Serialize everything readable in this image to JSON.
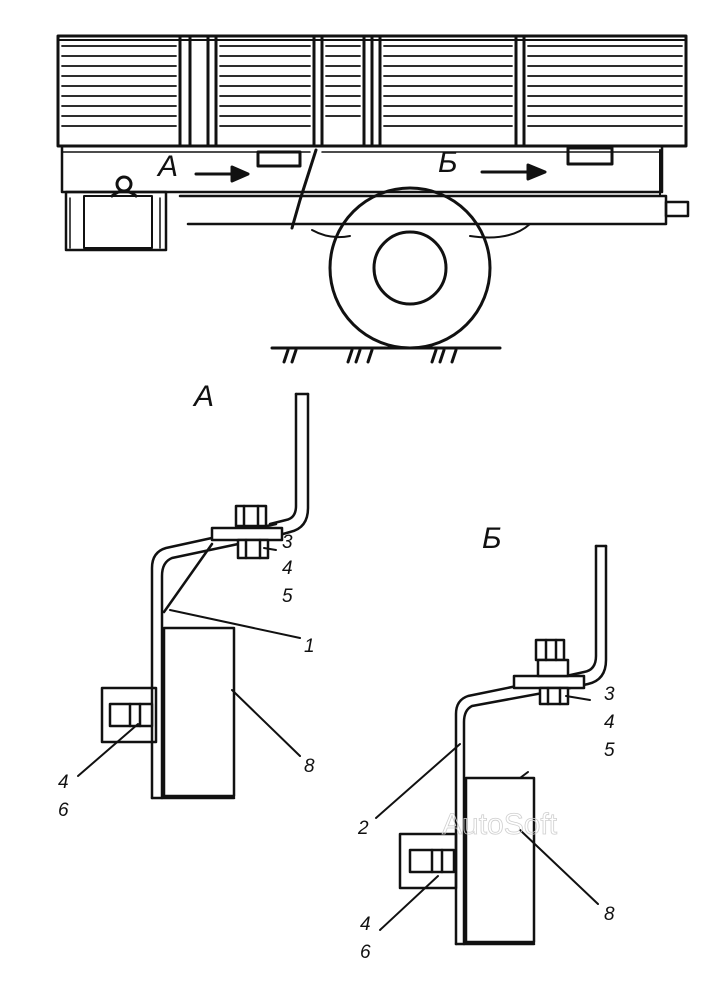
{
  "views": {
    "a": {
      "letter": "А"
    },
    "b": {
      "letter": "Б"
    }
  },
  "callouts_a": {
    "c3": "3",
    "c4": "4",
    "c5": "5",
    "c1": "1",
    "c8": "8",
    "c4b": "4",
    "c6": "6"
  },
  "callouts_b": {
    "c3": "3",
    "c4": "4",
    "c5": "5",
    "c2": "2",
    "c8": "8",
    "c4b": "4",
    "c6": "6"
  },
  "watermark": "AutoSoft"
}
